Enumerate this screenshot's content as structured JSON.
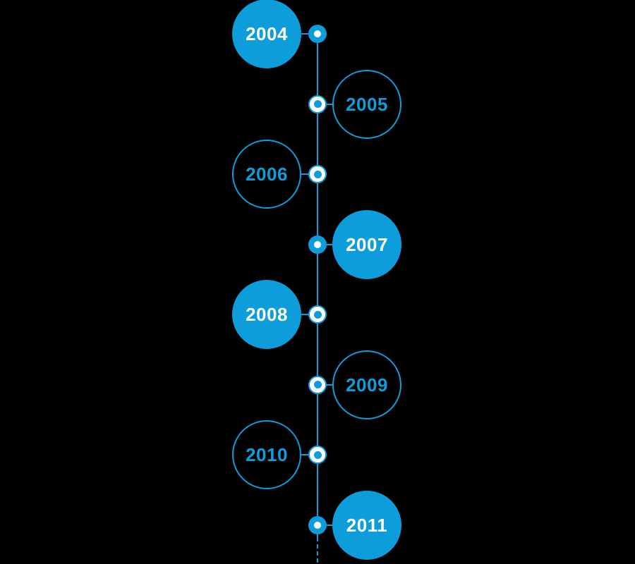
{
  "colors": {
    "accent": "#0d9ddb",
    "background": "#000000",
    "label_on_filled": "#ffffff"
  },
  "timeline": {
    "type": "vertical-timeline",
    "line": {
      "continues_below_last_marker": true,
      "bottom_style": "dashed"
    },
    "milestones": [
      {
        "year": "2004",
        "side": "left",
        "bubble": "filled",
        "marker": "filled"
      },
      {
        "year": "2005",
        "side": "right",
        "bubble": "outline",
        "marker": "outline"
      },
      {
        "year": "2006",
        "side": "left",
        "bubble": "outline",
        "marker": "outline"
      },
      {
        "year": "2007",
        "side": "right",
        "bubble": "filled",
        "marker": "filled"
      },
      {
        "year": "2008",
        "side": "left",
        "bubble": "filled",
        "marker": "outline"
      },
      {
        "year": "2009",
        "side": "right",
        "bubble": "outline",
        "marker": "outline"
      },
      {
        "year": "2010",
        "side": "left",
        "bubble": "outline",
        "marker": "outline"
      },
      {
        "year": "2011",
        "side": "right",
        "bubble": "filled",
        "marker": "filled"
      }
    ]
  }
}
